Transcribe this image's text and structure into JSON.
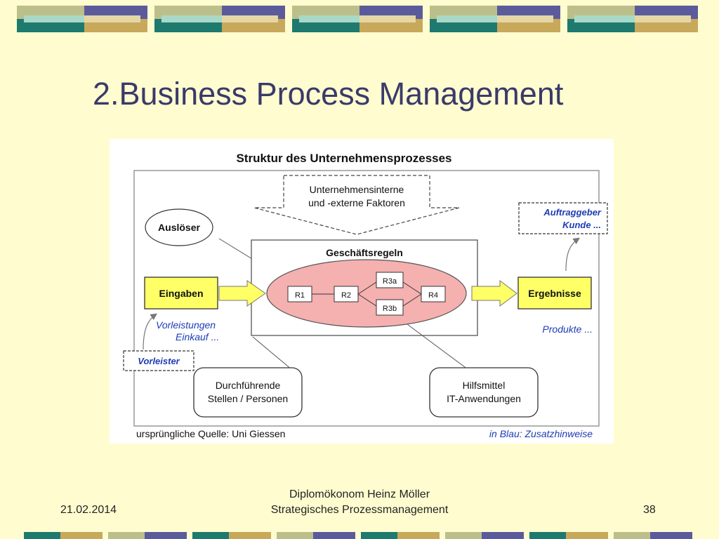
{
  "slide": {
    "title": "2.Business Process Management",
    "footer_date": "21.02.2014",
    "footer_line1": "Diplomökonom Heinz Möller",
    "footer_line2": "Strategisches Prozessmanagement",
    "page_number": "38"
  },
  "colors": {
    "background": "#FFFDD0",
    "title": "#3A3A6A",
    "bar_navy": "#5B5B9C",
    "bar_teal": "#1E7A6E",
    "bar_gold": "#C8A85A",
    "bar_olive": "#BDBF8A",
    "bar_mint": "#A8D9C8",
    "bar_lightgold": "#E5D6A6",
    "yellow_box": "#FFFF66",
    "ellipse_pink": "#F5B0B0",
    "blue_text": "#1E3CB4"
  },
  "diagram": {
    "heading": "Struktur des Unternehmensprozesses",
    "factors_line1": "Unternehmensinterne",
    "factors_line2": "und -externe Faktoren",
    "trigger": "Auslöser",
    "rules_title": "Geschäftsregeln",
    "rules": [
      "R1",
      "R2",
      "R3a",
      "R3b",
      "R4"
    ],
    "input": "Eingaben",
    "output": "Ergebnisse",
    "supplier_note_line1": "Vorleistungen",
    "supplier_note_line2": "Einkauf ...",
    "supplier_box": "Vorleister",
    "client_line1": "Auftraggeber",
    "client_line2": "Kunde ...",
    "products_note": "Produkte ...",
    "executors_line1": "Durchführende",
    "executors_line2": "Stellen / Personen",
    "tools_line1": "Hilfsmittel",
    "tools_line2": "IT-Anwendungen",
    "source": "ursprüngliche Quelle: Uni Giessen",
    "blue_note": "in Blau: Zusatzhinweise"
  }
}
